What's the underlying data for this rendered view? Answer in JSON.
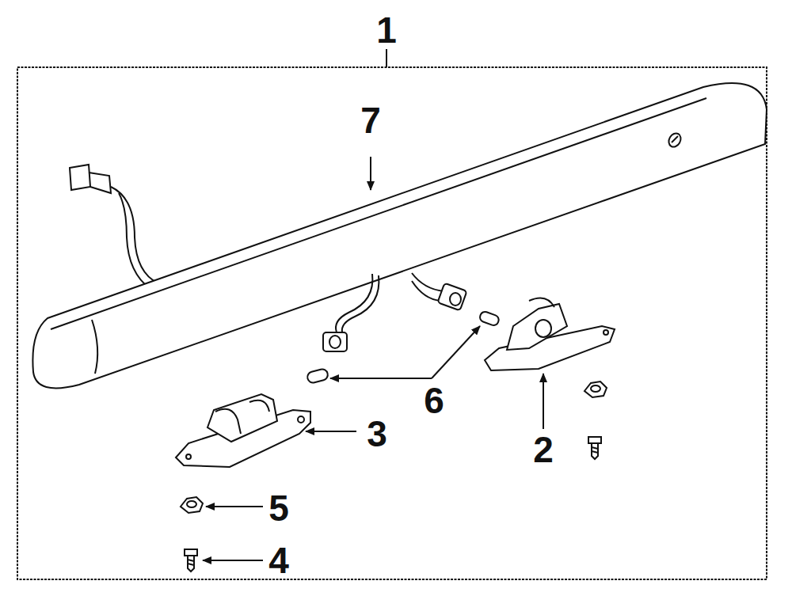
{
  "diagram": {
    "labels": [
      "1",
      "7",
      "6",
      "3",
      "2",
      "5",
      "4"
    ]
  }
}
